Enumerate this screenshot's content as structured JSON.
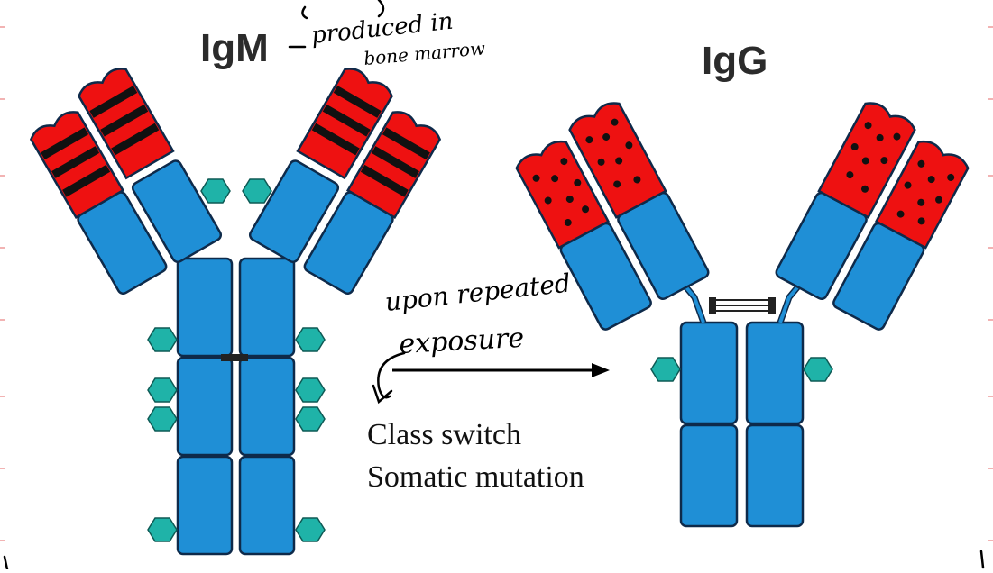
{
  "labels": {
    "igm": "IgM",
    "igg": "IgG",
    "class_switch": "Class switch",
    "somatic_mutation": "Somatic mutation"
  },
  "annotations": {
    "produced_line1": "produced in",
    "produced_line2": "bone marrow",
    "upon_repeated": "upon repeated",
    "exposure": "exposure"
  },
  "colors": {
    "constant_domain": "#1f8fd6",
    "variable_region": "#ee1111",
    "carbohydrate": "#1fb3a8",
    "outline": "#0e2a4a"
  }
}
